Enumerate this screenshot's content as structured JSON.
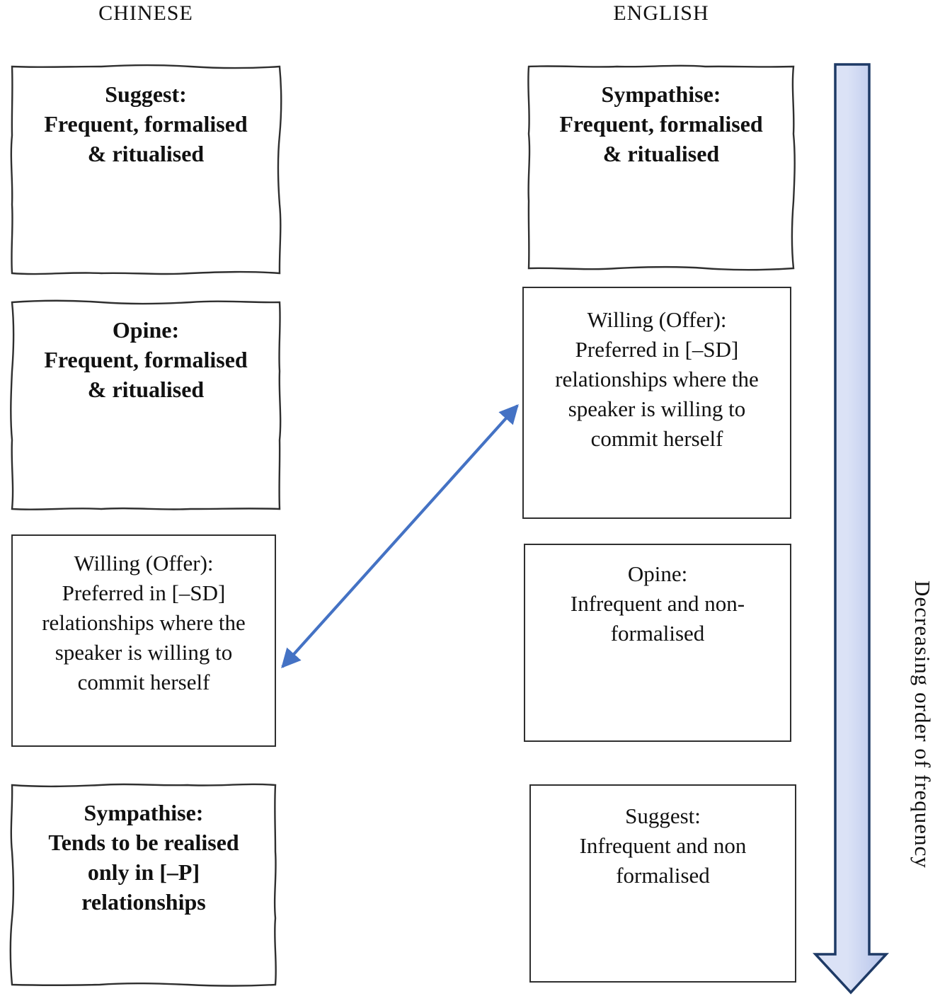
{
  "columns": [
    {
      "header": "CHINESE",
      "boxes": [
        {
          "id": "chinese-suggest",
          "lines": [
            "Suggest:",
            "Frequent, formalised",
            "& ritualised"
          ]
        },
        {
          "id": "chinese-opine",
          "lines": [
            "Opine:",
            "Frequent, formalised",
            "& ritualised"
          ]
        },
        {
          "id": "chinese-willing",
          "lines": [
            "Willing (Offer):",
            "Preferred in [–SD]",
            "relationships where the",
            "speaker is willing to",
            "commit herself"
          ]
        },
        {
          "id": "chinese-sympathise",
          "lines": [
            "Sympathise:",
            "Tends to be realised",
            "only in [–P]",
            "relationships"
          ]
        }
      ]
    },
    {
      "header": "ENGLISH",
      "boxes": [
        {
          "id": "english-sympathise",
          "lines": [
            "Sympathise:",
            "Frequent, formalised",
            "& ritualised"
          ]
        },
        {
          "id": "english-willing",
          "lines": [
            "Willing (Offer):",
            "Preferred in [–SD]",
            "relationships where the",
            "speaker is willing to",
            "commit herself"
          ]
        },
        {
          "id": "english-opine",
          "lines": [
            "Opine:",
            "Infrequent and non-",
            "formalised"
          ]
        },
        {
          "id": "english-suggest",
          "lines": [
            "Suggest:",
            "Infrequent and non",
            "formalised"
          ]
        }
      ]
    }
  ],
  "frequency_label": "Decreasing order of frequency",
  "colors": {
    "text": "#111111",
    "box_border": "#2f2f2f",
    "connector": "#4472c4",
    "arrow_border": "#1e3a66",
    "arrow_fill_light": "#dbe2f6",
    "arrow_fill_dark": "#b4c3ea"
  }
}
